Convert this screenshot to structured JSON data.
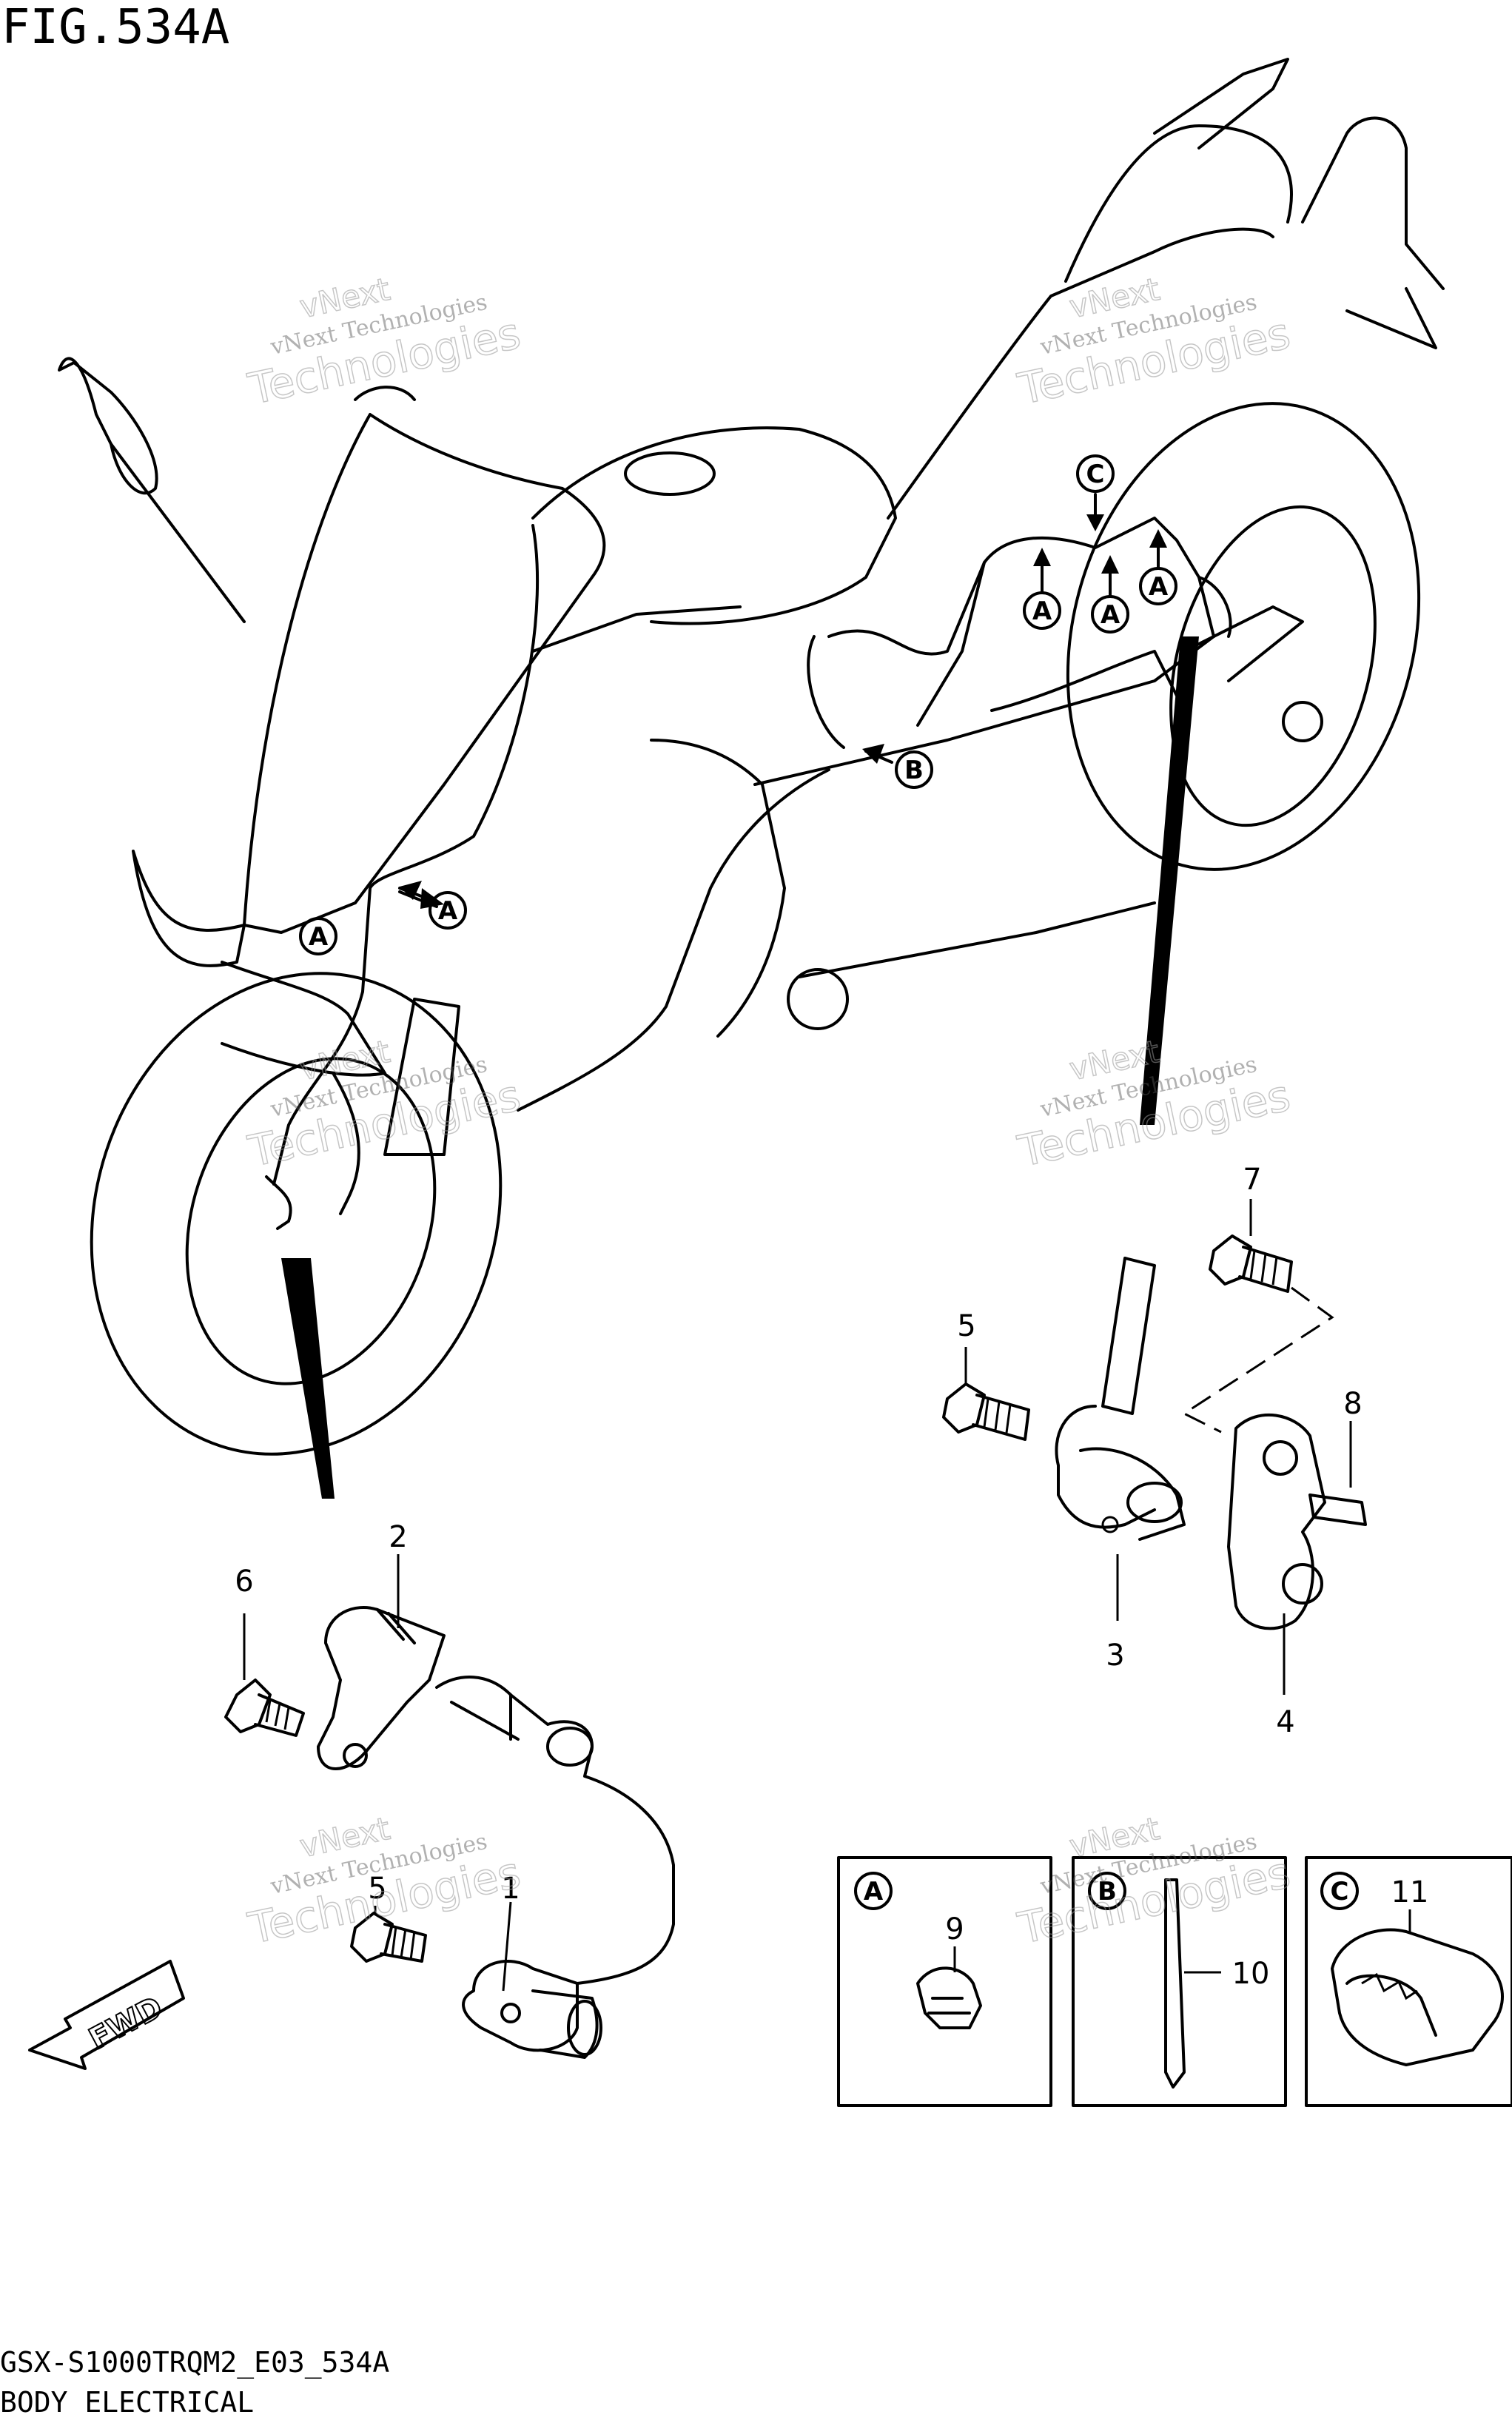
{
  "figure_title": "FIG.534A",
  "footer": {
    "model_code": "GSX-S1000TRQM2_E03_534A",
    "section": "BODY ELECTRICAL"
  },
  "callouts": [
    "1",
    "2",
    "3",
    "4",
    "5",
    "5",
    "6",
    "7",
    "8",
    "9",
    "10",
    "11"
  ],
  "markers": {
    "a": "A",
    "b": "B",
    "c": "C"
  },
  "inset_labels": [
    "A",
    "B",
    "C"
  ],
  "fwd_label": "FWD",
  "watermark": {
    "line1": "vNext",
    "line2": "vNext Technologies",
    "line3": "Technologies"
  }
}
